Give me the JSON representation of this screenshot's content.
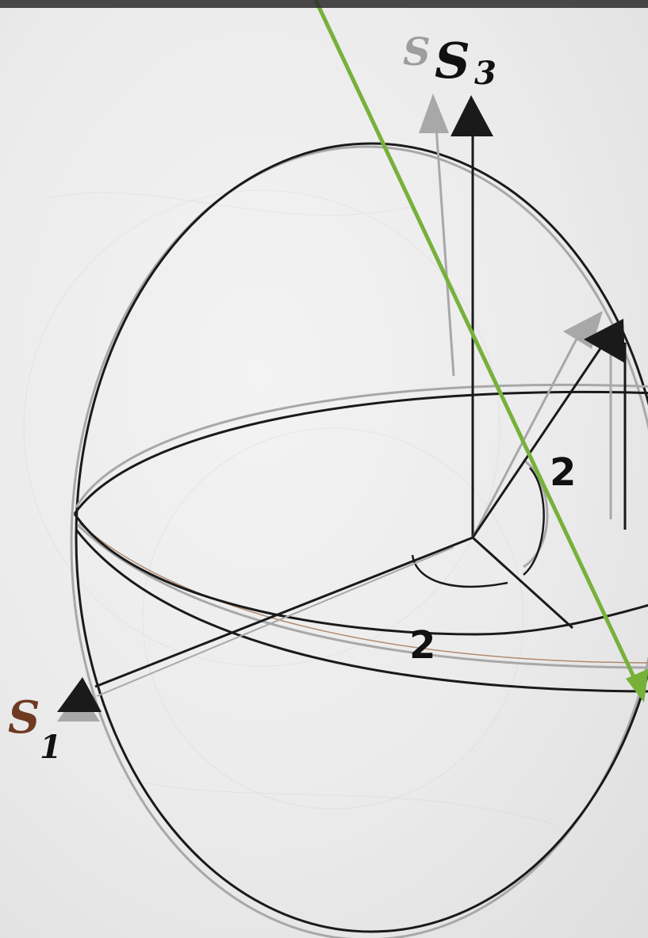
{
  "labels": {
    "s3_main": "S",
    "s3_ghost": "S",
    "s3_sub": "3",
    "s1_main": "S",
    "s1_sub": "1",
    "angle_upper": "2",
    "angle_lower": "2"
  },
  "colors": {
    "background": "#ececec",
    "stroke_dark": "#1a1a1a",
    "stroke_gray": "#a8a8a8",
    "stroke_brown": "#b08a70",
    "arrow_green": "#77b13a",
    "s1_label": "#6e3a22"
  }
}
